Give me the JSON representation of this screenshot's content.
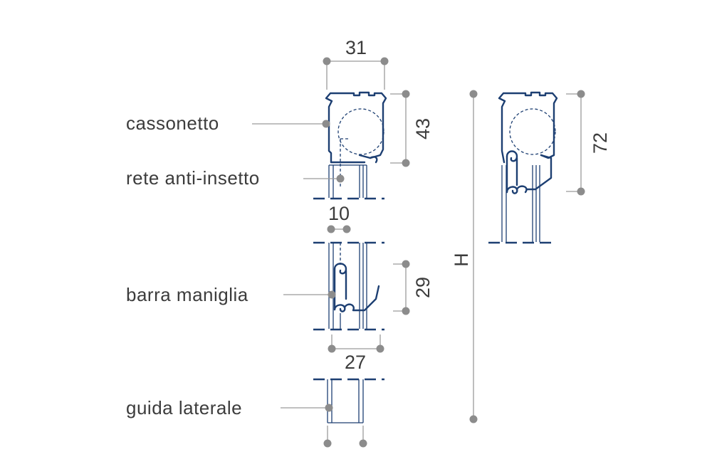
{
  "labels": {
    "cassonetto": "cassonetto",
    "rete": "rete anti-insetto",
    "barra": "barra maniglia",
    "guida": "guida laterale"
  },
  "dimensions": {
    "box_width": "31",
    "box_height": "43",
    "net_offset": "10",
    "bar_height": "29",
    "bar_width": "27",
    "total_height": "H",
    "alt_box_height": "72"
  },
  "colors": {
    "profile": "#1d3f72",
    "leader": "#9a9a9a",
    "dot": "#8c8c8c",
    "text": "#3c3c3c"
  }
}
